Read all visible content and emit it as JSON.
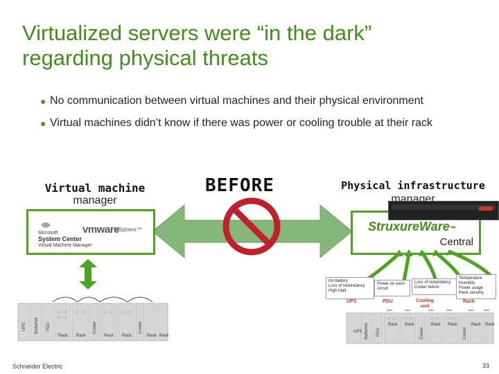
{
  "slide": {
    "title_line1": "Virtualized servers were “in the dark”",
    "title_line2": "regarding physical threats",
    "bullets": [
      "No communication between virtual machines and their physical environment",
      "Virtual machines didn’t know if there was power or cooling trouble at their rack"
    ],
    "bullet_glyph": "●",
    "vm_label_line1": "Virtual machine",
    "vm_label_line2": "manager",
    "before_label": "BEFORE",
    "pi_label_line1": "Physical infrastructure",
    "pi_label_line2": "manager",
    "vm_box": {
      "system_center_small": "Microsoft",
      "system_center": "System Center",
      "vmm": "Virtual Machine Manager",
      "vmware": "vmware",
      "vsphere": "vSphere™"
    },
    "sx_box": {
      "brand_a": "StruxureWare",
      "brand_tm": "™",
      "central": "Central"
    },
    "footer_left": "Schneider Electric",
    "footer_right": "33",
    "colors": {
      "accent_green": "#3f8f1a",
      "box_green": "#4da51f",
      "arrow_green": "#86b77a",
      "prohibit_red": "#c0202a",
      "warn_red": "#c0392b"
    },
    "icons": [
      "double-arrow-icon",
      "no-entry-icon",
      "vertical-double-arrow-icon",
      "apc-appliance-icon"
    ],
    "left_racks": [
      {
        "label": "UPS"
      },
      {
        "label": "Batteries"
      },
      {
        "label": "PDU"
      },
      {
        "label": "Rack"
      },
      {
        "label": "Rack"
      },
      {
        "label": "Cooler"
      },
      {
        "label": "Rack"
      },
      {
        "label": "Rack"
      },
      {
        "label": "Cooler"
      },
      {
        "label": "Rack"
      },
      {
        "label": "Rack"
      }
    ],
    "right_racks": [
      {
        "label": "UPS"
      },
      {
        "label": "Batteries"
      },
      {
        "label": "PDU"
      },
      {
        "label": "Rack"
      },
      {
        "label": "Rack"
      },
      {
        "label": "Cooler"
      },
      {
        "label": "Rack"
      },
      {
        "label": "Rack"
      },
      {
        "label": "Cooler"
      },
      {
        "label": "Rack"
      },
      {
        "label": "Rack"
      }
    ],
    "callouts": [
      {
        "text": "On battery\nLoss of redundancy\nHigh load",
        "cat": "UPS"
      },
      {
        "text": "Power on each\ncircuit",
        "cat": "PDU"
      },
      {
        "text": "Loss of redundancy\nCooler failure",
        "cat": "Cooling\nunit"
      },
      {
        "text": "Temperature\nHumidity\nPower usage\nRack security",
        "cat": "Rack"
      }
    ]
  }
}
